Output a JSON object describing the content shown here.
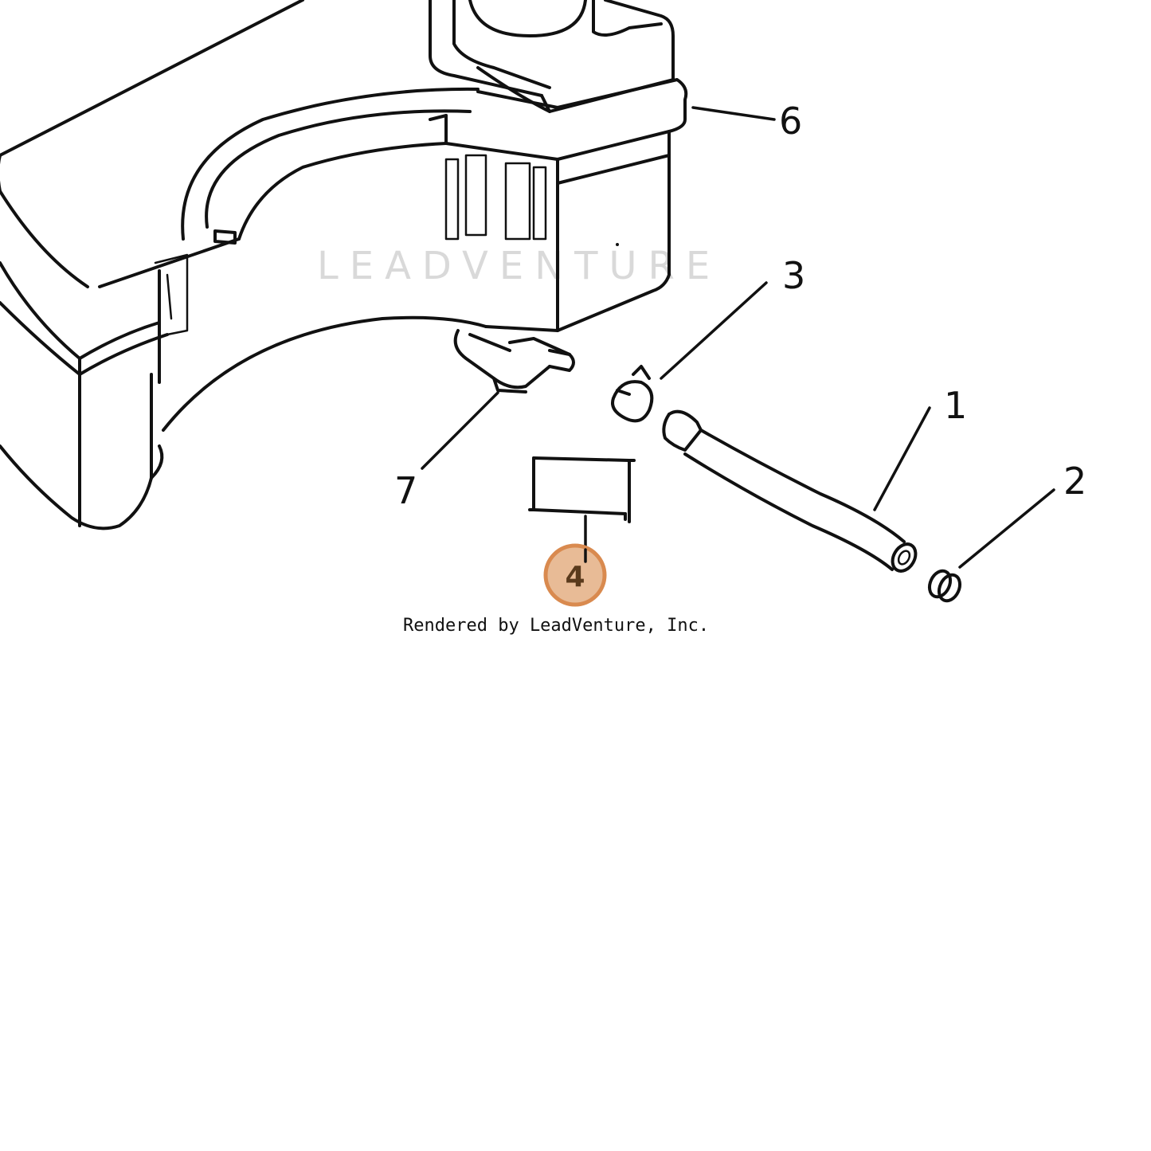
{
  "watermark": "LEADVENTURE",
  "credit": "Rendered by LeadVenture, Inc.",
  "colors": {
    "line": "#111111",
    "hotspot_fill": "#e8bb96",
    "hotspot_stroke": "#d98a4f",
    "watermark": "#d9d9d9"
  },
  "callouts": {
    "c1": "1",
    "c2": "2",
    "c3": "3",
    "c4": "4",
    "c6": "6",
    "c7": "7"
  }
}
